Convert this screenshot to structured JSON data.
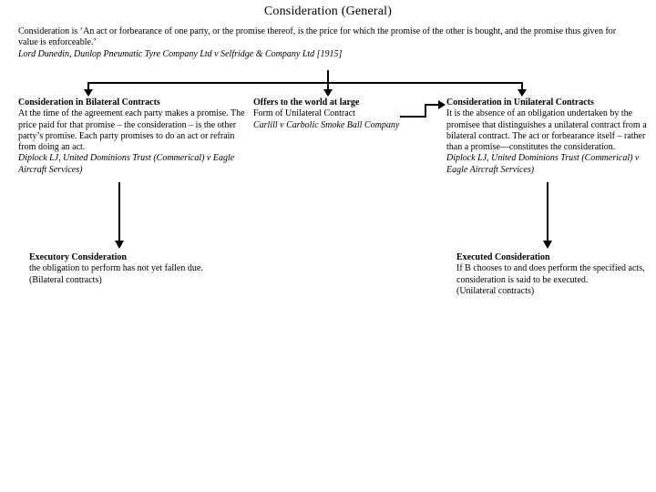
{
  "slide": {
    "title": "Consideration (General)",
    "intro": {
      "quote": "Consideration is ‘An act or forbearance of one party, or the promise thereof, is the price for which the promise of the other is bought, and the promise thus given for value is enforceable.’",
      "citation": "Lord Dunedin, Dunlop Pneumatic Tyre Company Ltd v Selfridge & Company Ltd [1915]"
    },
    "nodes": {
      "bilateral": {
        "heading": "Consideration in Bilateral Contracts",
        "body": "At the time of the agreement each party makes a promise. The price paid for that promise – the consideration – is the other party’s promise. Each party promises to do an act or refrain from doing an act.",
        "citation": "Diplock LJ, United Dominions Trust (Commerical) v Eagle Aircraft Services)"
      },
      "offers": {
        "heading": "Offers to the world at large",
        "body": "Form of Unilateral Contract",
        "citation": "Carlill v Carbolic Smoke Ball Company"
      },
      "unilateral": {
        "heading": "Consideration in Unilateral Contracts",
        "body": "It is the absence of an obligation undertaken by the promisee that distinguishes a unilateral contract from a bilateral contract. The act or forbearance itself – rather than a promise—constitutes the consideration.",
        "citation": "Diplock LJ, United Dominions Trust (Commerical) v Eagle Aircraft Services)"
      },
      "executory": {
        "heading": "Executory Consideration",
        "body": "the obligation to perform has not yet fallen due.",
        "note": "(Bilateral contracts)"
      },
      "executed": {
        "heading": "Executed Consideration",
        "body": "If B chooses to and does perform the specified acts, consideration is said to be executed.",
        "note": "(Unilateral contracts)"
      }
    },
    "colors": {
      "line": "#000000",
      "background": "#ffffff",
      "text": "#000000"
    }
  }
}
